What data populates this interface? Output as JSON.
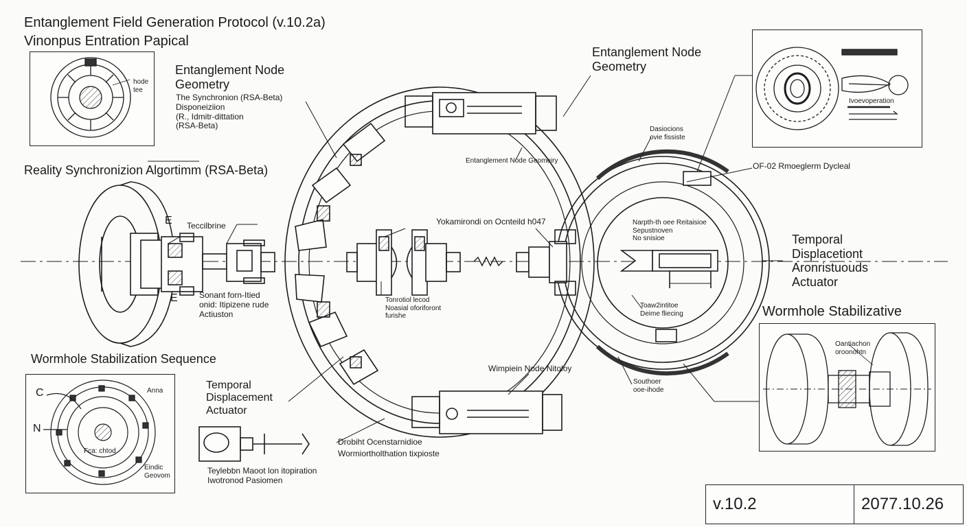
{
  "header": {
    "title": "Entanglement Field Generation Protocol (v.10.2a)",
    "subtitle": "Vinonpus Entration Papical"
  },
  "labels": {
    "node_geometry_left": [
      "Entanglement Node",
      "Geometry"
    ],
    "node_geometry_left_note": [
      "The Synchronion (RSA-Beta)",
      "Disponeiziion",
      "(R., Idmitr-dittation",
      "(RSA-Beta)"
    ],
    "inset_tl_note": [
      "hode",
      "tee"
    ],
    "rsa": "Reality Synchronizion Algortimm (RSA-Beta)",
    "marker_e_top": "E",
    "marker_e_bottom": "E",
    "tecclibrine": "Teccilbrine",
    "sonant": [
      "Sonant forn-Itied",
      "onid: Itipizene rude",
      "Actiuston"
    ],
    "wormhole_seq": "Wormhole Stabilization Sequence",
    "temporal_left": [
      "Temporal",
      "Displacement",
      "Actuator"
    ],
    "inset_bl_tr": "Anna",
    "inset_bl_c": "C",
    "inset_bl_n": "N",
    "inset_bl_center": "Fca: chtod",
    "inset_bl_br": [
      "Eindic",
      "Geovom"
    ],
    "teyleb": [
      "Teylebbn Maoot lon itopiration",
      "Iwotronod Pasiomen"
    ],
    "node_geometry_small": "Entanglement Node Geomeiry",
    "node_geometry_right": [
      "Entanglement Node",
      "Geometry"
    ],
    "yokam": "Yokamirondi on Ocnteild h047",
    "tonrotio": [
      "Tonrotiol lecod",
      "Noasial oforiforont",
      "furishe"
    ],
    "wimpiein": "Wimpiein Node Nitoloy",
    "drobiht": "Drobiht Ocenstarnidioe",
    "wormoot": "Wormiortholthation tixpioste",
    "dasiocions": [
      "Dasiocions",
      "ovie fissiste"
    ],
    "ofo2": "OF-02 Rmoeglerm Dycleal",
    "narpt": [
      "Narpth-th oee Reitaisioe",
      "Sepustnoven",
      "No snisioe"
    ],
    "toaw": [
      "Toaw2intitoe",
      "Deime fliecing"
    ],
    "southoer": [
      "Southoer",
      "ooe-ihode"
    ],
    "temporal_right": [
      "Temporal",
      "Displacetiont",
      "Aronristuouds",
      "Actuator"
    ],
    "wormhole_stab_right": "Wormhole Stabilizative",
    "inset_br_note": [
      "Oantiachon",
      "oroonohtn"
    ],
    "inset_tr_bar_note": "Ivoevoperation"
  },
  "footer": {
    "version": "v.10.2",
    "date": "2077.10.26"
  }
}
